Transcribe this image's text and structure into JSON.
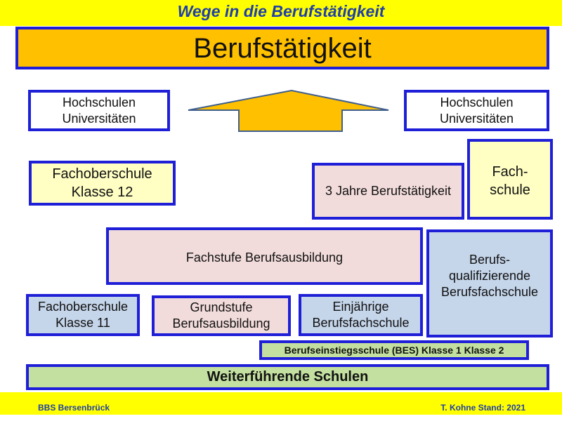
{
  "header": {
    "title": "Wege in die Berufstätigkeit"
  },
  "top": {
    "label": "Berufstätigkeit"
  },
  "boxes": {
    "hochschulen_left": "Hochschulen\nUniversitäten",
    "hochschulen_right": "Hochschulen\nUniversitäten",
    "fos12": "Fachoberschule\nKlasse 12",
    "drei_jahre": "3 Jahre Berufstätigkeit",
    "fachschule": "Fach-\nschule",
    "fachstufe": "Fachstufe Berufsausbildung",
    "bqbfs": "Berufs-\nqualifizierende\nBerufsfachschule",
    "fos11": "Fachoberschule\nKlasse 11",
    "grundstufe": "Grundstufe\nBerufsausbildung",
    "einjaehrige": "Einjährige\nBerufsfachschule",
    "bes": "Berufseinstiegsschule (BES) Klasse 1 Klasse 2",
    "weiterfuehrende": "Weiterführende Schulen"
  },
  "footer": {
    "left": "BBS Bersenbrück",
    "right": "T. Kohne Stand: 2021"
  },
  "colors": {
    "border": "#1F1FD8",
    "orange": "#FFC000",
    "yellow": "#FFFF00"
  }
}
